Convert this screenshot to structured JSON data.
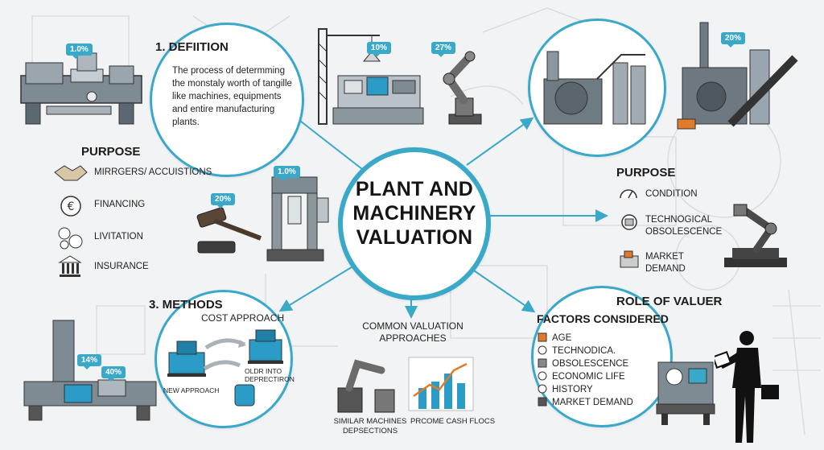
{
  "title": "PLANT AND MACHINERY VALUATION",
  "definition": {
    "heading": "1. DEFIITION",
    "text": "The process of determming the monstaly worth of tangille like machines, equipments and entire manufacturing plants."
  },
  "purpose_left": {
    "heading": "PURPOSE",
    "items": [
      "MIRRGERS/ ACCUISTIONS",
      "FINANCING",
      "LIVITATION",
      "INSURANCE"
    ]
  },
  "methods": {
    "heading": "3. METHODS",
    "subheading": "COST APPROACH",
    "labels": [
      "NEW APPROACH",
      "OLDR INTO DEPRECTIRON"
    ]
  },
  "common": {
    "heading": "COMMON VALUATION APPROACHES",
    "labels": [
      "SIMILAR MACHINES DEPSECTIONS",
      "PRCOME CASH FLOCS"
    ]
  },
  "purpose_right": {
    "heading": "PURPOSE",
    "items": [
      "CONDITION",
      "TECHNOGICAL OBSOLESCENCE",
      "MARKET DEMAND"
    ]
  },
  "factors": {
    "heading_top": "ROLE OF VALUER",
    "heading": "FACTORS CONSIDERED",
    "items": [
      "AGE",
      "TECHNODICA.",
      "OBSOLESCENCE",
      "ECONOMIC LIFE",
      "HISTORY",
      "MARKET DEMAND"
    ]
  },
  "badges": {
    "b1": "1.0%",
    "b2": "10%",
    "b3": "27%",
    "b4": "20%",
    "b5": "20%",
    "b6": "1.0%",
    "b7": "14%",
    "b8": "40%"
  },
  "colors": {
    "accent": "#3aa9c9",
    "dark": "#1d1d1d"
  }
}
